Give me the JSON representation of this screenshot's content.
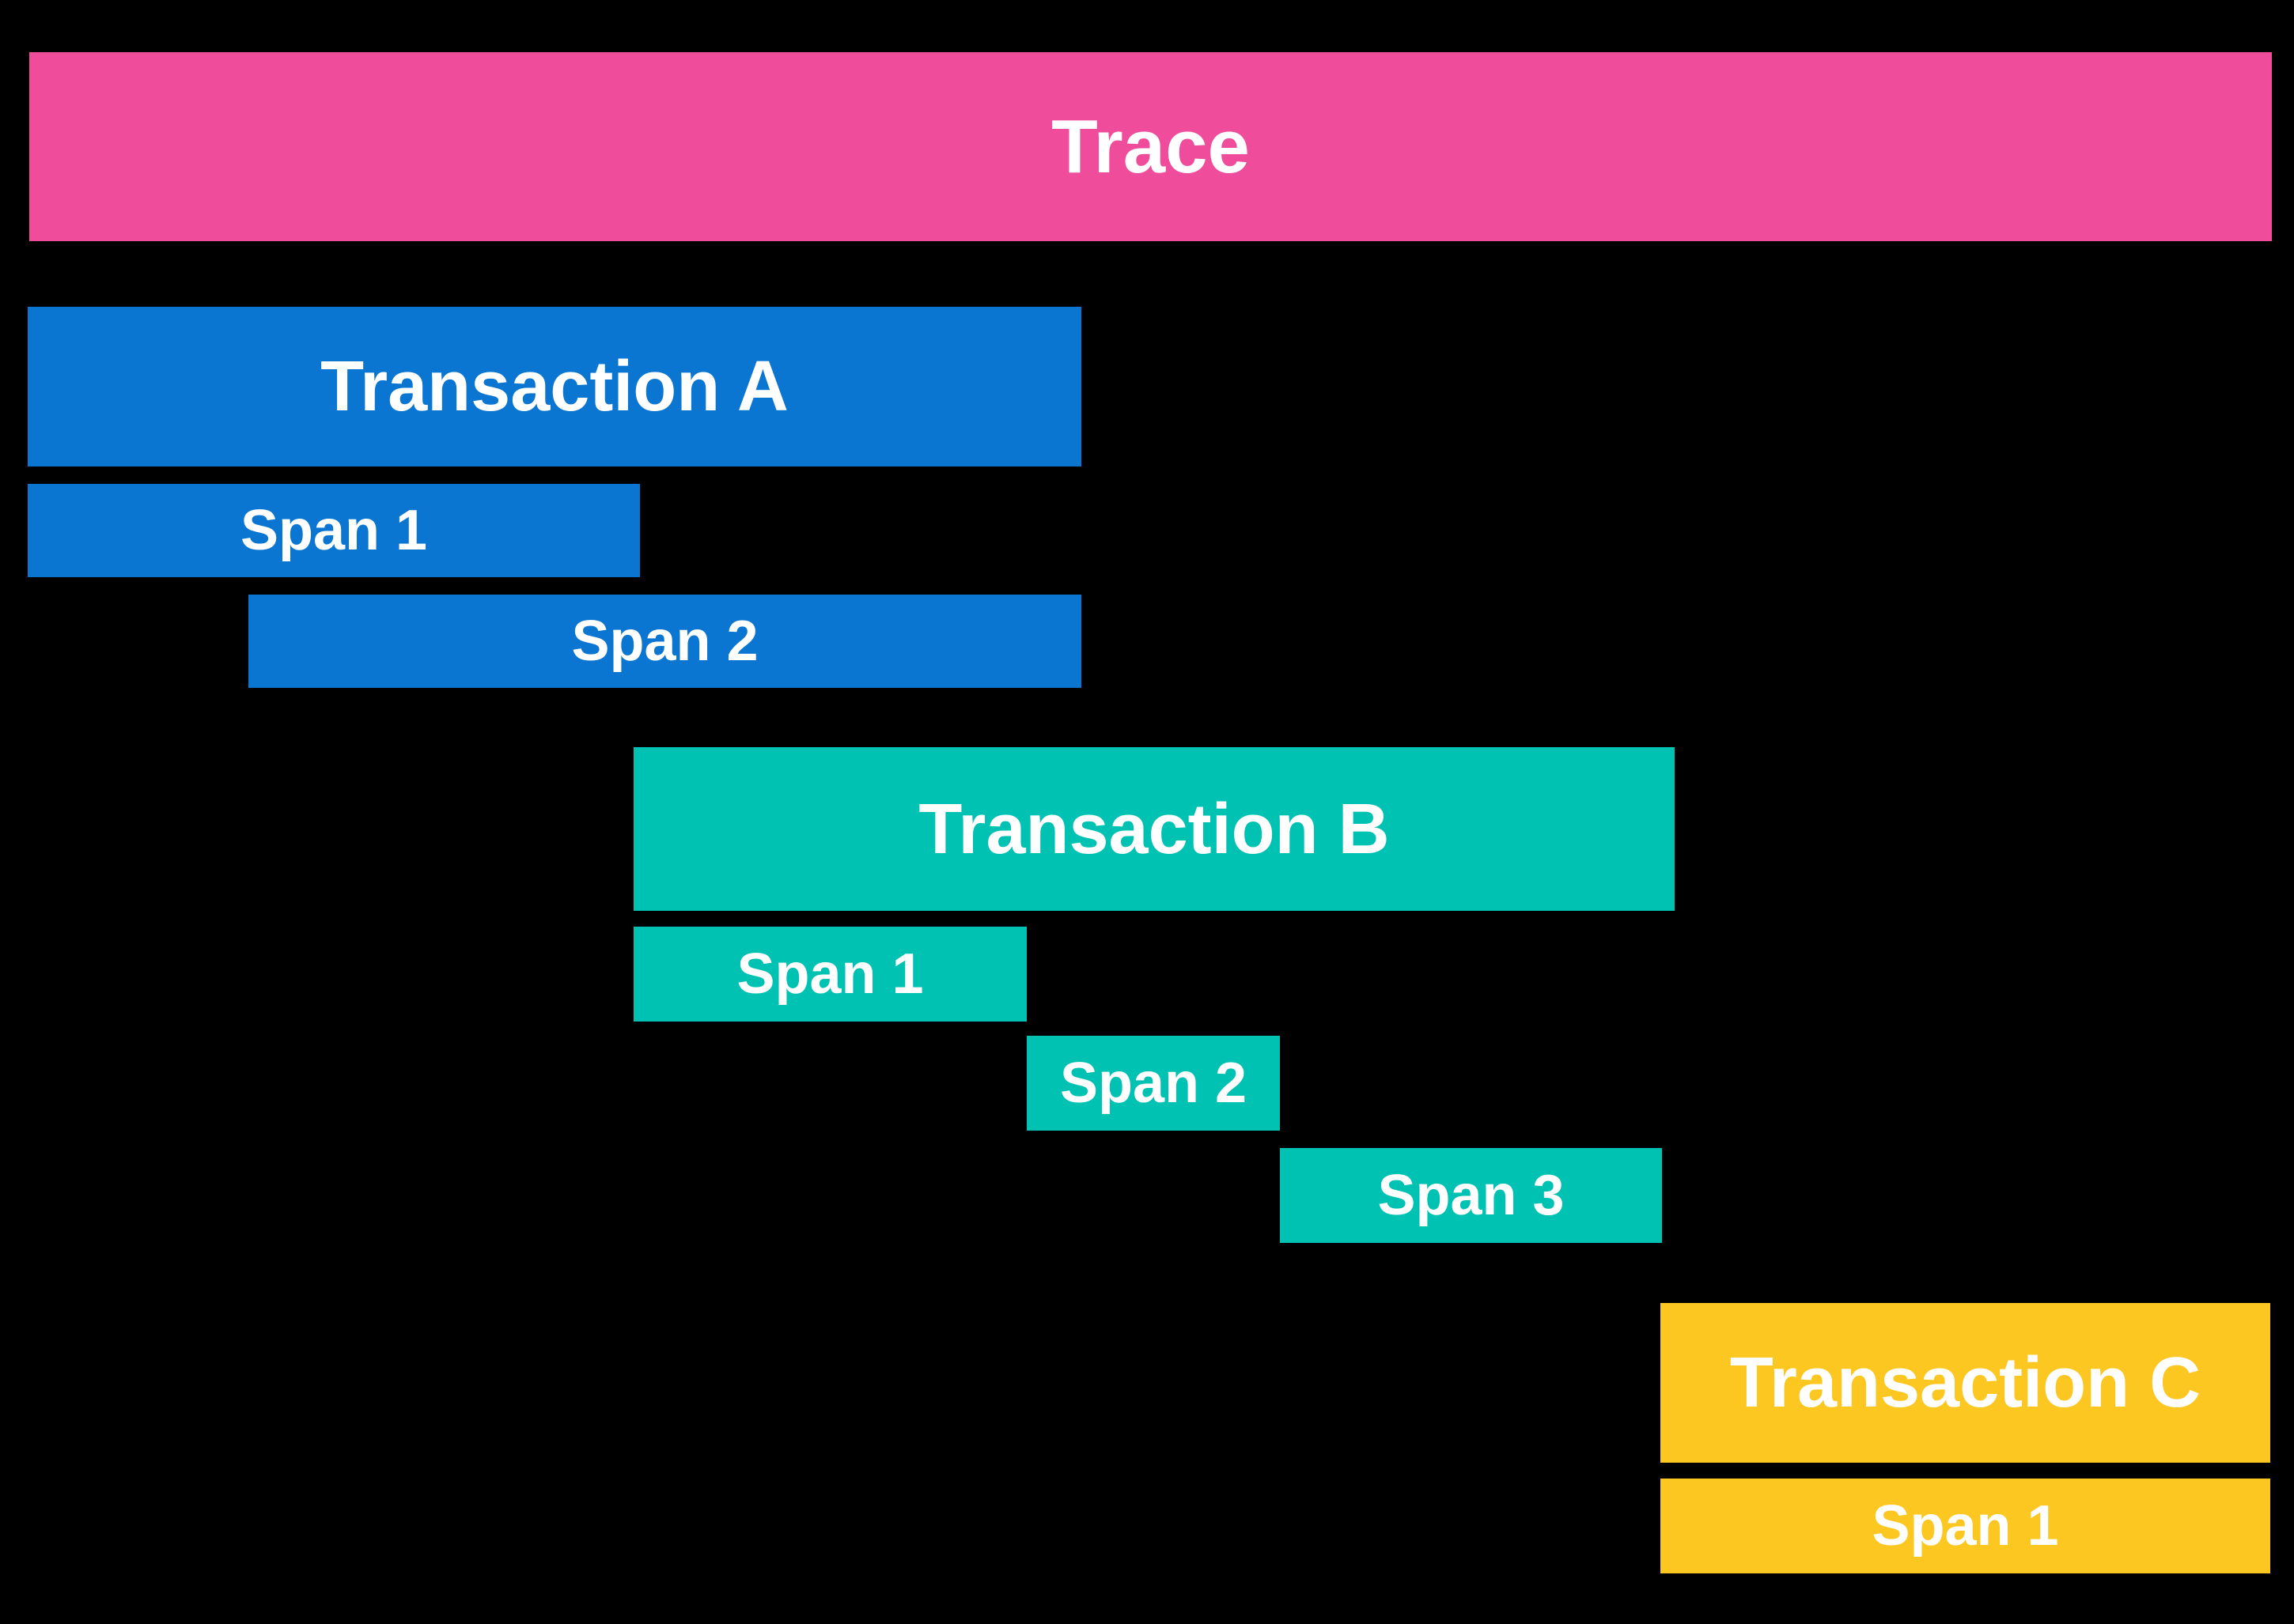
{
  "diagram": {
    "background_color": "#000000",
    "text_color": "#FFFFFF",
    "trace": {
      "label": "Trace",
      "color": "#EF4D9B"
    },
    "transactions": [
      {
        "label": "Transaction A",
        "color": "#0A76D2",
        "spans": [
          {
            "label": "Span 1"
          },
          {
            "label": "Span 2"
          }
        ]
      },
      {
        "label": "Transaction B",
        "color": "#00C2B3",
        "spans": [
          {
            "label": "Span 1"
          },
          {
            "label": "Span 2"
          },
          {
            "label": "Span 3"
          }
        ]
      },
      {
        "label": "Transaction C",
        "color": "#FDC721",
        "spans": [
          {
            "label": "Span 1"
          }
        ]
      }
    ]
  }
}
